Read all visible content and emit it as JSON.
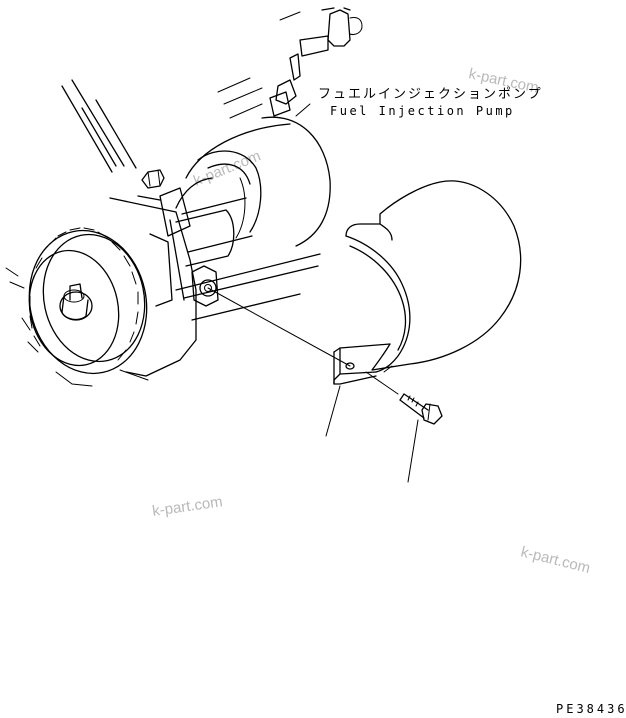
{
  "labels": {
    "part_name_jp": "フュエルインジェクションポンプ",
    "part_name_en": "Fuel Injection Pump",
    "drawing_code": "PE38436"
  },
  "watermarks": [
    "k-part.com",
    "k-part.com",
    "k-part.com",
    "k-part.com"
  ]
}
